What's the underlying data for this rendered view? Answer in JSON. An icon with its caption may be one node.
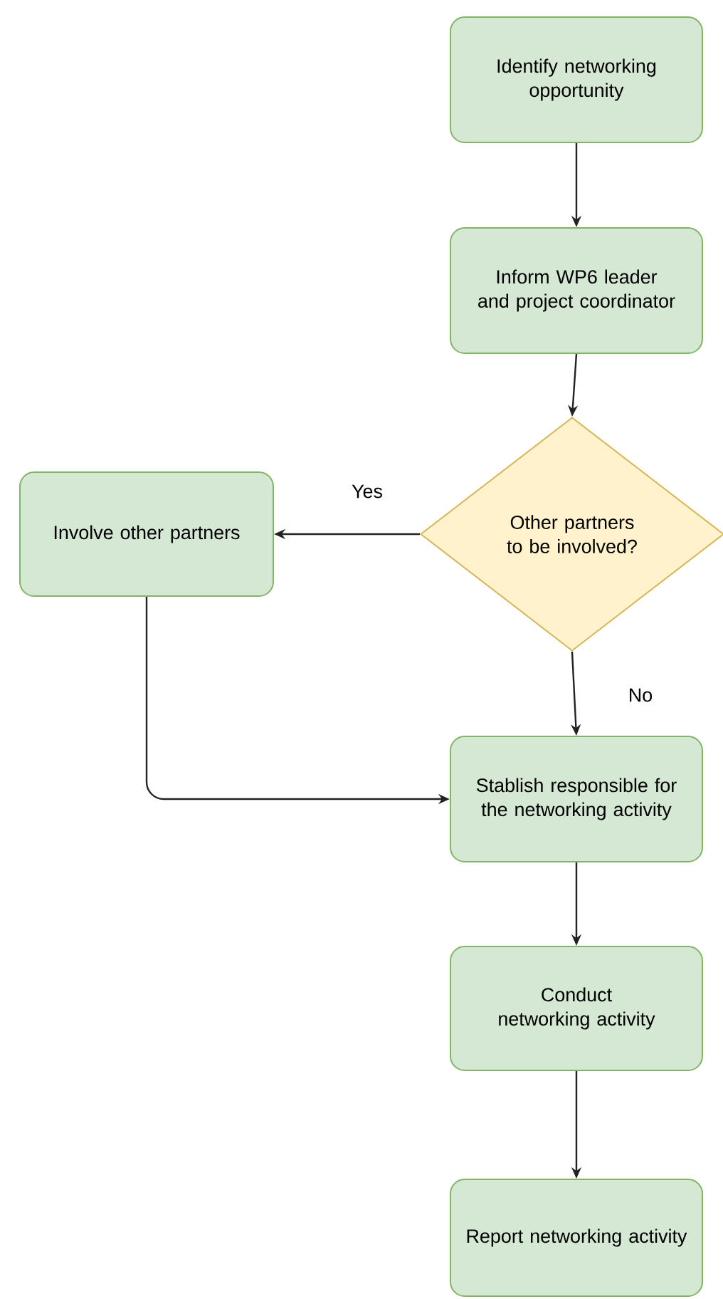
{
  "diagram": {
    "nodes": [
      {
        "text": [
          "Identify networking opportunity"
        ]
      },
      {
        "text": [
          "Inform WP6 leader and project coordinator"
        ]
      },
      {
        "text": [
          "Other partners to be involved?"
        ]
      },
      {
        "text": [
          "Involve other partners"
        ]
      },
      {
        "text": [
          "Stablish responsible for the networking activity"
        ]
      },
      {
        "text": [
          "Conduct networking activity"
        ]
      },
      {
        "text": [
          "Report networking activity"
        ]
      }
    ],
    "edges": [
      {
        "from": 0,
        "to": 1,
        "arrow": "to"
      },
      {
        "from": 1,
        "to": 2,
        "arrow": "to"
      },
      {
        "from": 2,
        "to": 3,
        "arrow": "to",
        "label": "Yes"
      },
      {
        "from": 2,
        "to": 4,
        "arrow": "to",
        "label": "No"
      },
      {
        "from": 3,
        "to": 4,
        "arrow": "to"
      },
      {
        "from": 4,
        "to": 5,
        "arrow": "to"
      },
      {
        "from": 5,
        "to": 6,
        "arrow": "to"
      }
    ]
  }
}
